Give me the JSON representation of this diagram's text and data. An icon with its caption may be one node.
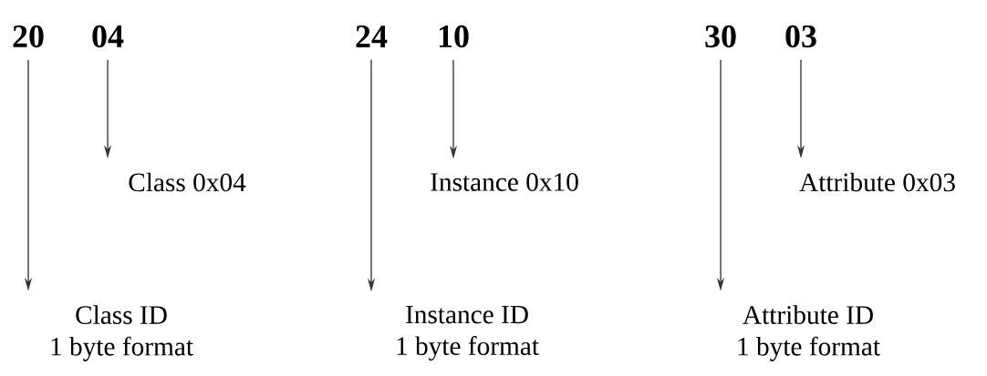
{
  "diagram": {
    "nodes": [
      {
        "text": [
          "20"
        ]
      },
      {
        "text": [
          "04"
        ]
      },
      {
        "text": [
          "24"
        ]
      },
      {
        "text": [
          "10"
        ]
      },
      {
        "text": [
          "30"
        ]
      },
      {
        "text": [
          "03"
        ]
      },
      {
        "text": [
          "Class 0x04"
        ]
      },
      {
        "text": [
          "Instance 0x10"
        ]
      },
      {
        "text": [
          "Attribute 0x03"
        ]
      },
      {
        "text": [
          "Class ID",
          "1 byte format"
        ]
      },
      {
        "text": [
          "Instance ID",
          "1 byte format"
        ]
      },
      {
        "text": [
          "Attribute ID",
          "1 byte format"
        ]
      }
    ],
    "edges": [
      {
        "from": 0,
        "to": 9,
        "arrow": "to"
      },
      {
        "from": 1,
        "to": 6,
        "arrow": "to"
      },
      {
        "from": 2,
        "to": 10,
        "arrow": "to"
      },
      {
        "from": 3,
        "to": 7,
        "arrow": "to"
      },
      {
        "from": 4,
        "to": 11,
        "arrow": "to"
      },
      {
        "from": 5,
        "to": 8,
        "arrow": "to"
      }
    ]
  }
}
